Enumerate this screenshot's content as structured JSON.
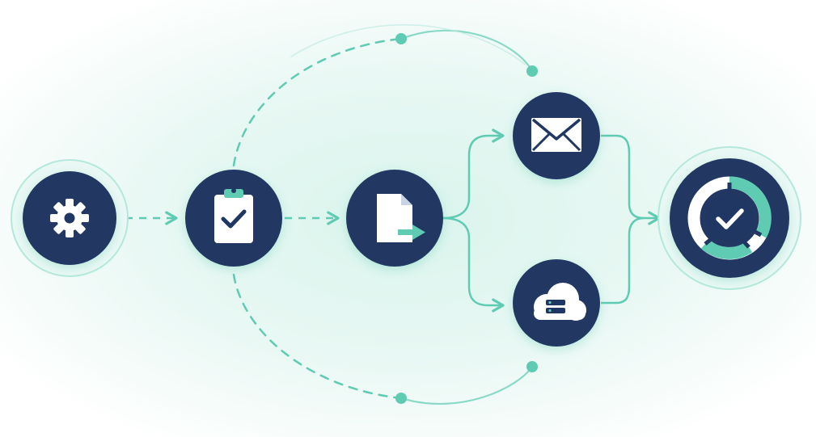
{
  "colors": {
    "navy": "#213763",
    "teal": "#5fcbb3",
    "teal_light": "#b5e8dc",
    "background_glow": "#dff5ef",
    "icon_fill": "#ffffff"
  },
  "nodes": [
    {
      "id": "settings",
      "icon": "gear-icon"
    },
    {
      "id": "review",
      "icon": "clipboard-check-icon"
    },
    {
      "id": "export",
      "icon": "document-export-icon"
    },
    {
      "id": "email",
      "icon": "envelope-icon"
    },
    {
      "id": "storage",
      "icon": "cloud-server-icon"
    },
    {
      "id": "complete",
      "icon": "progress-check-icon"
    }
  ],
  "connections": [
    {
      "from": "settings",
      "to": "review",
      "style": "dashed"
    },
    {
      "from": "review",
      "to": "export",
      "style": "dashed"
    },
    {
      "from": "export",
      "to": "email",
      "style": "solid"
    },
    {
      "from": "export",
      "to": "storage",
      "style": "solid"
    },
    {
      "from": "email",
      "to": "complete",
      "style": "solid"
    },
    {
      "from": "storage",
      "to": "complete",
      "style": "solid"
    }
  ],
  "loops": [
    {
      "from": "review",
      "via": "email",
      "position": "top"
    },
    {
      "from": "review",
      "via": "storage",
      "position": "bottom"
    }
  ]
}
